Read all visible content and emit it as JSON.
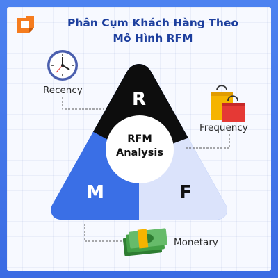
{
  "header": {
    "title_line1": "Phân Cụm Khách Hàng Theo",
    "title_line2": "Mô Hình RFM",
    "logo_icon": "folded-square-logo-icon"
  },
  "diagram": {
    "letter_r": "R",
    "letter_m": "M",
    "letter_f": "F",
    "center_line1": "RFM",
    "center_line2": "Analysis",
    "colors": {
      "r_segment": "#0d0d0d",
      "m_segment": "#3a6fe6",
      "f_segment": "#dbe3fb",
      "accent": "#f57c1f",
      "title": "#1d3f9e"
    }
  },
  "labels": {
    "recency": "Recency",
    "frequency": "Frequency",
    "monetary": "Monetary"
  },
  "icons": {
    "recency": "clock-icon",
    "frequency": "shopping-bags-icon",
    "monetary": "cash-stack-icon"
  }
}
